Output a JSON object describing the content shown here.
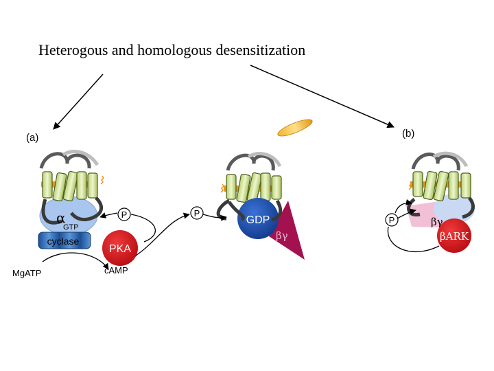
{
  "slide": {
    "title": "Heterogous and homologous desensitization"
  },
  "panel_a": {
    "label": "(a)",
    "alpha": "α",
    "gtp": "GTP",
    "phosphate": "P",
    "cyclase": "cyclase",
    "pka": "PKA",
    "mgatp": "MgATP",
    "camp": "cAMP"
  },
  "panel_mid": {
    "phosphate": "P",
    "gdp": "GDP",
    "beta_gamma": "βγ"
  },
  "panel_b": {
    "label": "(b)",
    "phosphate": "P",
    "beta_gamma": "βγ",
    "bark": "βARK"
  },
  "colors": {
    "helix_fill": "#d2e59a",
    "helix_stroke": "#4d5e1c",
    "membrane_orange": "#e8951c",
    "galpha_light": "#a9c6ee",
    "gdp_blue": "#1a4cb0",
    "cyclase_blue": "#2f6db3",
    "kinase_red": "#d9141c",
    "betagamma_magenta": "#a3124f",
    "pink_bg": "#f2c0d6",
    "loop_grey": "#5a5a5a"
  }
}
